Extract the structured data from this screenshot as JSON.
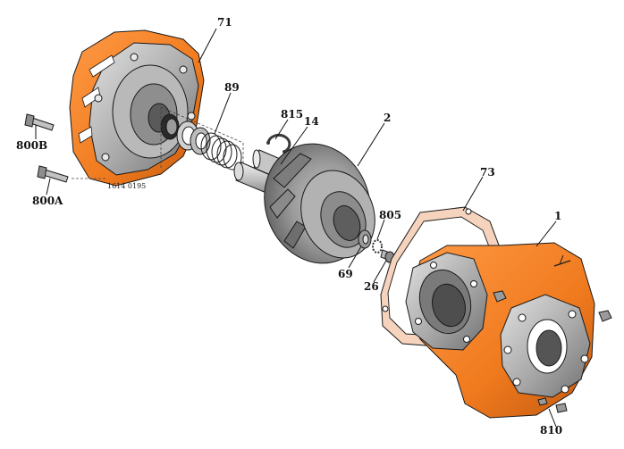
{
  "diagram": {
    "drawing_number": "1614 0195",
    "colors": {
      "casing": "#f07a1e",
      "casing_dark": "#c75a0e",
      "casing_shadow": "#a8470a",
      "metal_light": "#d4d4d4",
      "metal_mid": "#a8a8a8",
      "metal_dark": "#6e6e6e",
      "gasket": "#f6d3bc",
      "line": "#1a1a1a"
    },
    "callouts": {
      "p71": "71",
      "p89": "89",
      "p815": "815",
      "p14": "14",
      "p2": "2",
      "p73": "73",
      "p1": "1",
      "p805": "805",
      "p69": "69",
      "p26": "26",
      "p800B": "800B",
      "p800A": "800A",
      "p810": "810"
    }
  }
}
